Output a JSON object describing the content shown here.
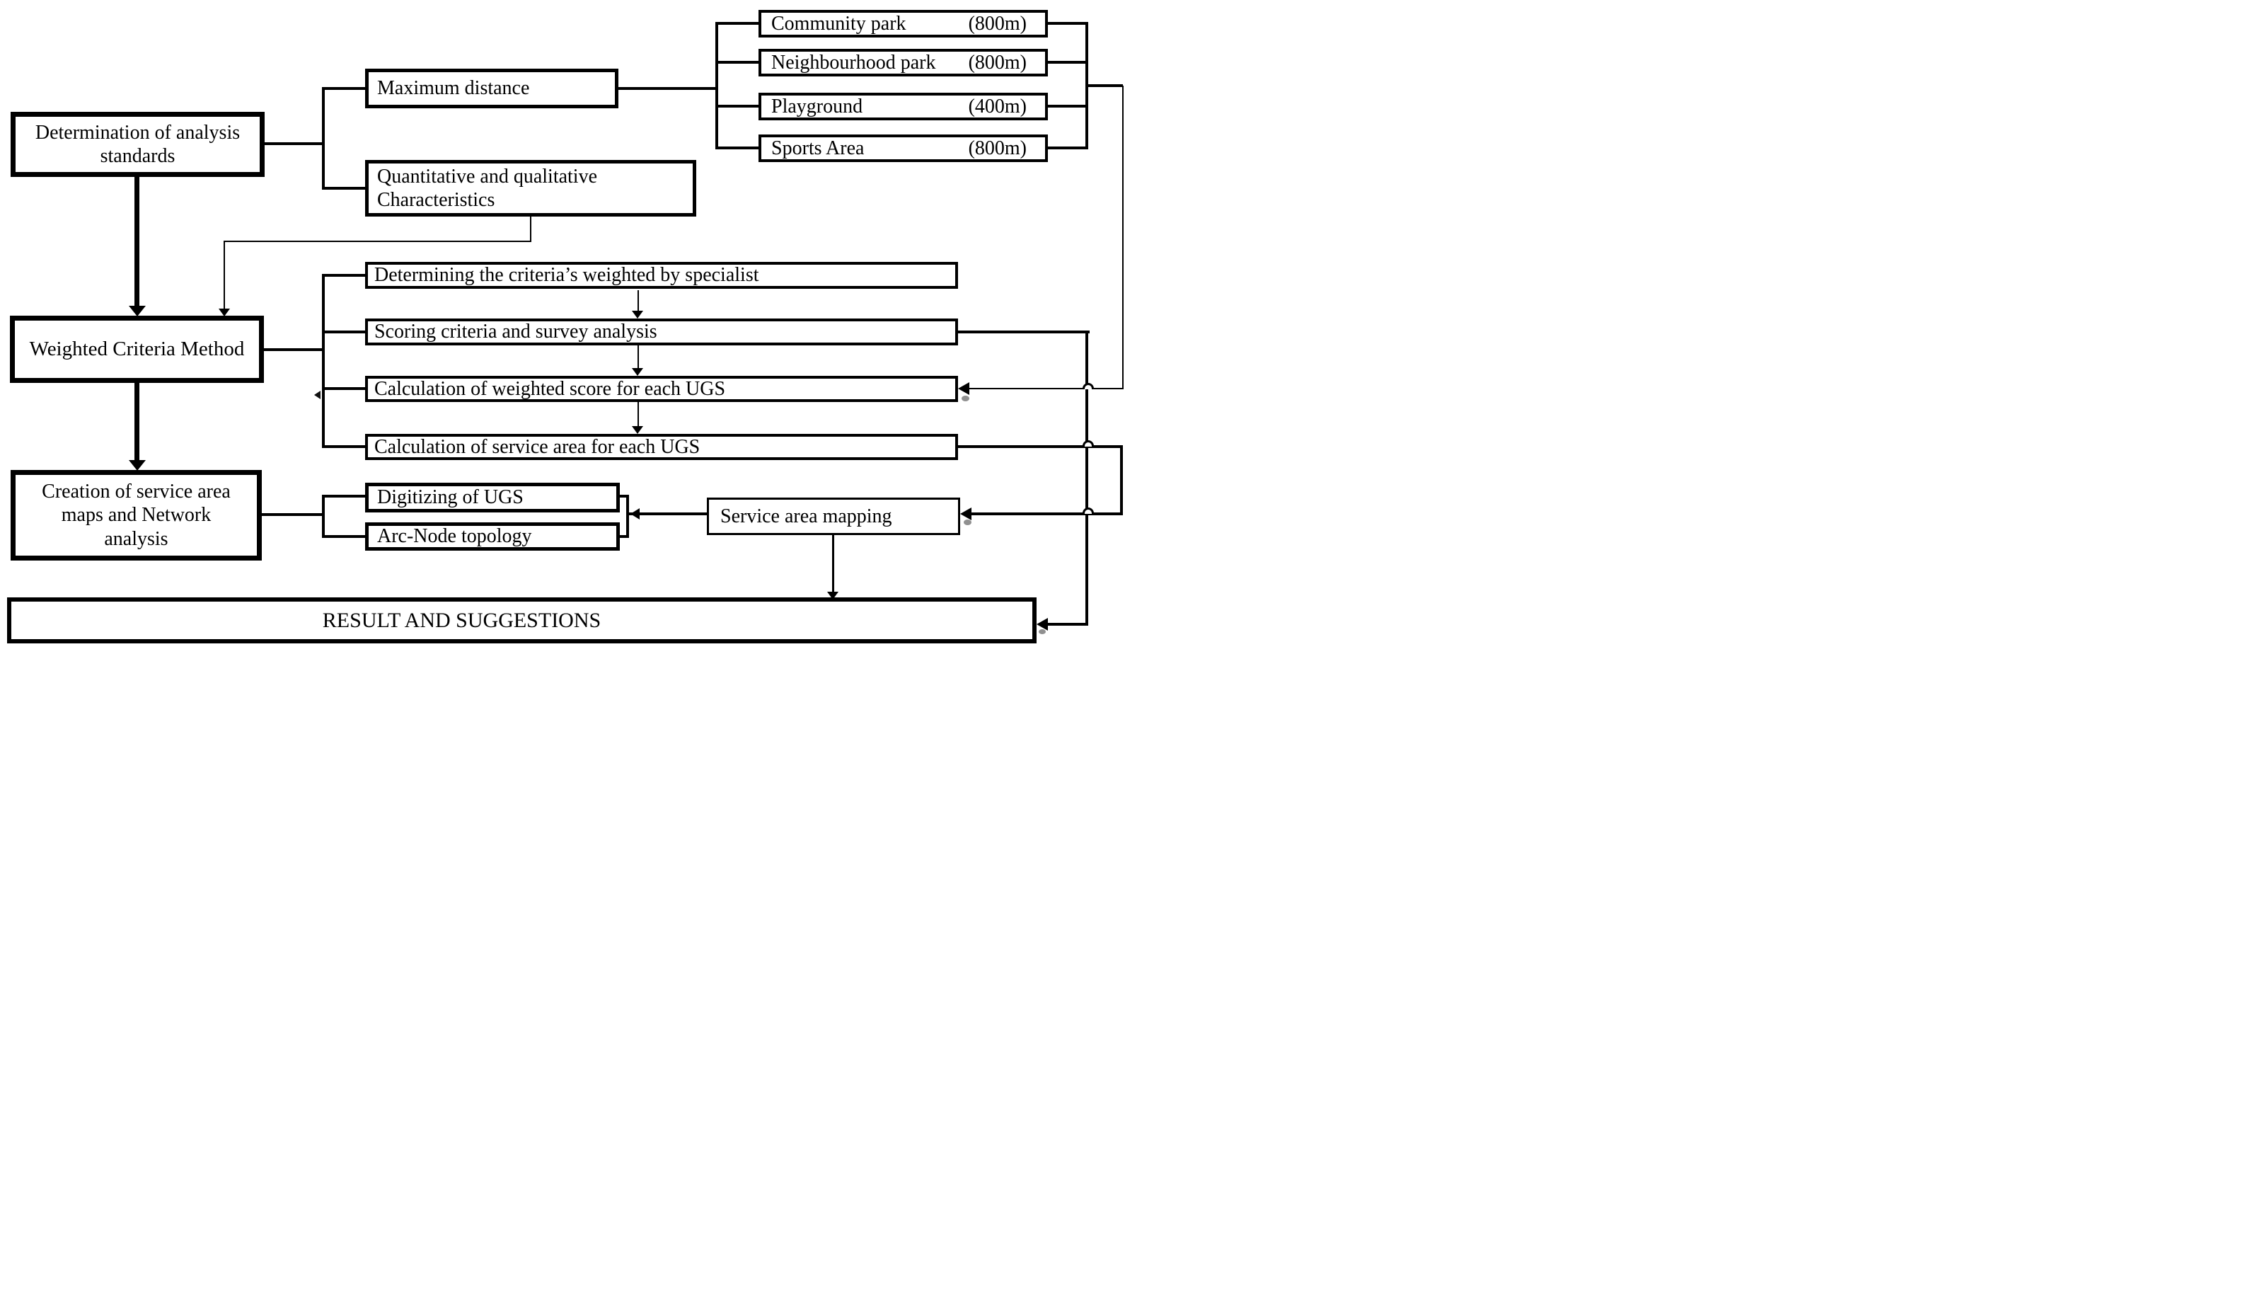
{
  "diagram": {
    "kind": "methodology-flowchart",
    "colors": {
      "line": "#000000",
      "background": "#ffffff",
      "artifact": "#7c7c7c"
    }
  },
  "nodes": {
    "determination": {
      "lines": [
        "Determination of analysis",
        "standards"
      ]
    },
    "weighted_criteria": {
      "label": "Weighted Criteria Method"
    },
    "creation": {
      "lines": [
        "Creation of service area",
        "maps and Network",
        "analysis"
      ]
    },
    "result": {
      "label": "RESULT AND SUGGESTIONS"
    },
    "max_distance": {
      "label": "Maximum distance"
    },
    "quant_qual": {
      "lines": [
        "Quantitative and qualitative",
        "Characteristics"
      ]
    },
    "determining": {
      "label": "Determining the criteria’s weighted by specialist"
    },
    "scoring": {
      "label": "Scoring criteria and survey analysis"
    },
    "calc_weighted": {
      "label": "Calculation of weighted score for each UGS"
    },
    "calc_service": {
      "label": "Calculation of service area for each UGS"
    },
    "digitizing": {
      "label": "Digitizing of UGS"
    },
    "arcnode": {
      "label": "Arc-Node topology"
    },
    "service_mapping": {
      "label": "Service area mapping"
    }
  },
  "parks": {
    "items": [
      {
        "name": "Community park",
        "distance": "(800m)"
      },
      {
        "name": "Neighbourhood park",
        "distance": "(800m)"
      },
      {
        "name": "Playground",
        "distance": "(400m)"
      },
      {
        "name": "Sports Area",
        "distance": "(800m)"
      }
    ]
  }
}
